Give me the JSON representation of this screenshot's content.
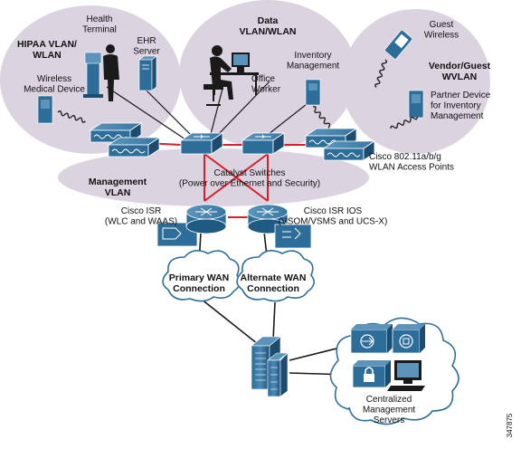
{
  "colors": {
    "vlan_fill": "#dcd3e1",
    "device_blue": "#2f6e99",
    "device_dark": "#1d4f72",
    "device_light": "#5b93bb",
    "red_link": "#d8202a",
    "black_link": "#1a1a1a",
    "cloud_stroke": "#2f6e99"
  },
  "vlans": {
    "hipaa": "HIPAA VLAN/\nWLAN",
    "data": "Data\nVLAN/WLAN",
    "vendor": "Vendor/Guest\nWVLAN",
    "management": "Management\nVLAN"
  },
  "devices": {
    "health_terminal": "Health\nTerminal",
    "ehr_server": "EHR\nServer",
    "wireless_medical_device": "Wireless\nMedical Device",
    "inventory_management": "Inventory\nManagement",
    "office_worker": "Office\nWorker",
    "guest_wireless": "Guest\nWireless",
    "partner_device": "Partner Device\nfor Inventory\nManagement",
    "access_points": "Cisco 802.11a/b/g\nWLAN Access Points",
    "catalyst_switches": "Catalyst Switches\n(Power over Ethernet and Security)",
    "isr_left": "Cisco ISR\n(WLC and WAAS)",
    "isr_right": "Cisco ISR IOS\n(VSOM/VSMS and UCS-X)",
    "centralized_servers": "Centralized\nManagement\nServers"
  },
  "wan": {
    "primary": "Primary WAN\nConnection",
    "alternate": "Alternate WAN\nConnection"
  },
  "figure_id": "347875"
}
